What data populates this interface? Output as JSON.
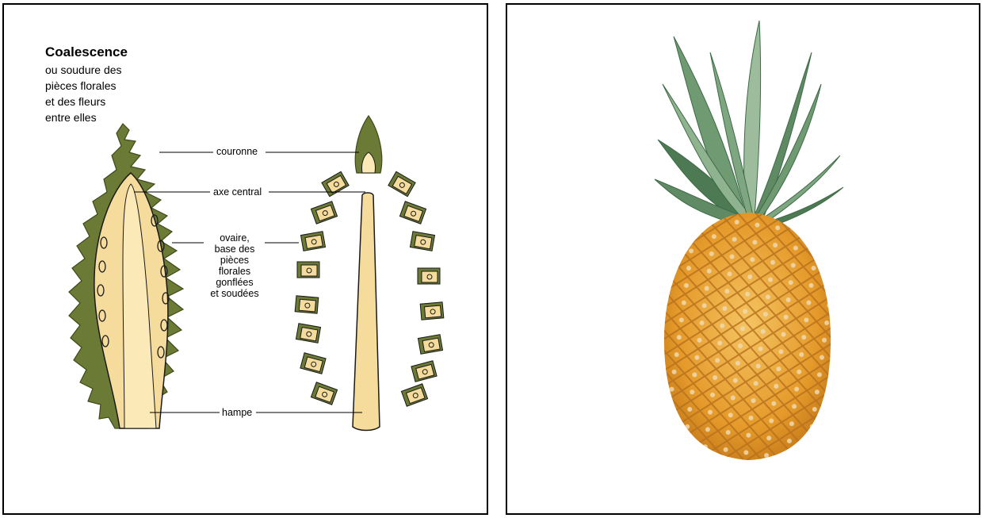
{
  "diagram": {
    "title": "Coalescence",
    "subtitle_lines": [
      "ou soudure des",
      "pièces florales",
      "et des fleurs",
      "entre elles"
    ],
    "labels": {
      "couronne": "couronne",
      "axe_central": "axe central",
      "ovaire": [
        "ovaire,",
        "base des",
        "pièces florales",
        "gonflées",
        "et soudées"
      ],
      "hampe": "hampe"
    },
    "colors": {
      "foliage": "#6b7a34",
      "foliage_dark": "#3e4a1a",
      "flesh": "#f6dc9c",
      "flesh_light": "#fbe9b8",
      "outline": "#1a1a1a"
    }
  },
  "photo": {
    "subject_icon": "pineapple-photo",
    "colors": {
      "skin": "#e59a2a",
      "skin_light": "#f4c462",
      "leaf": "#5f8a63",
      "leaf_light": "#9cbc9c"
    }
  }
}
